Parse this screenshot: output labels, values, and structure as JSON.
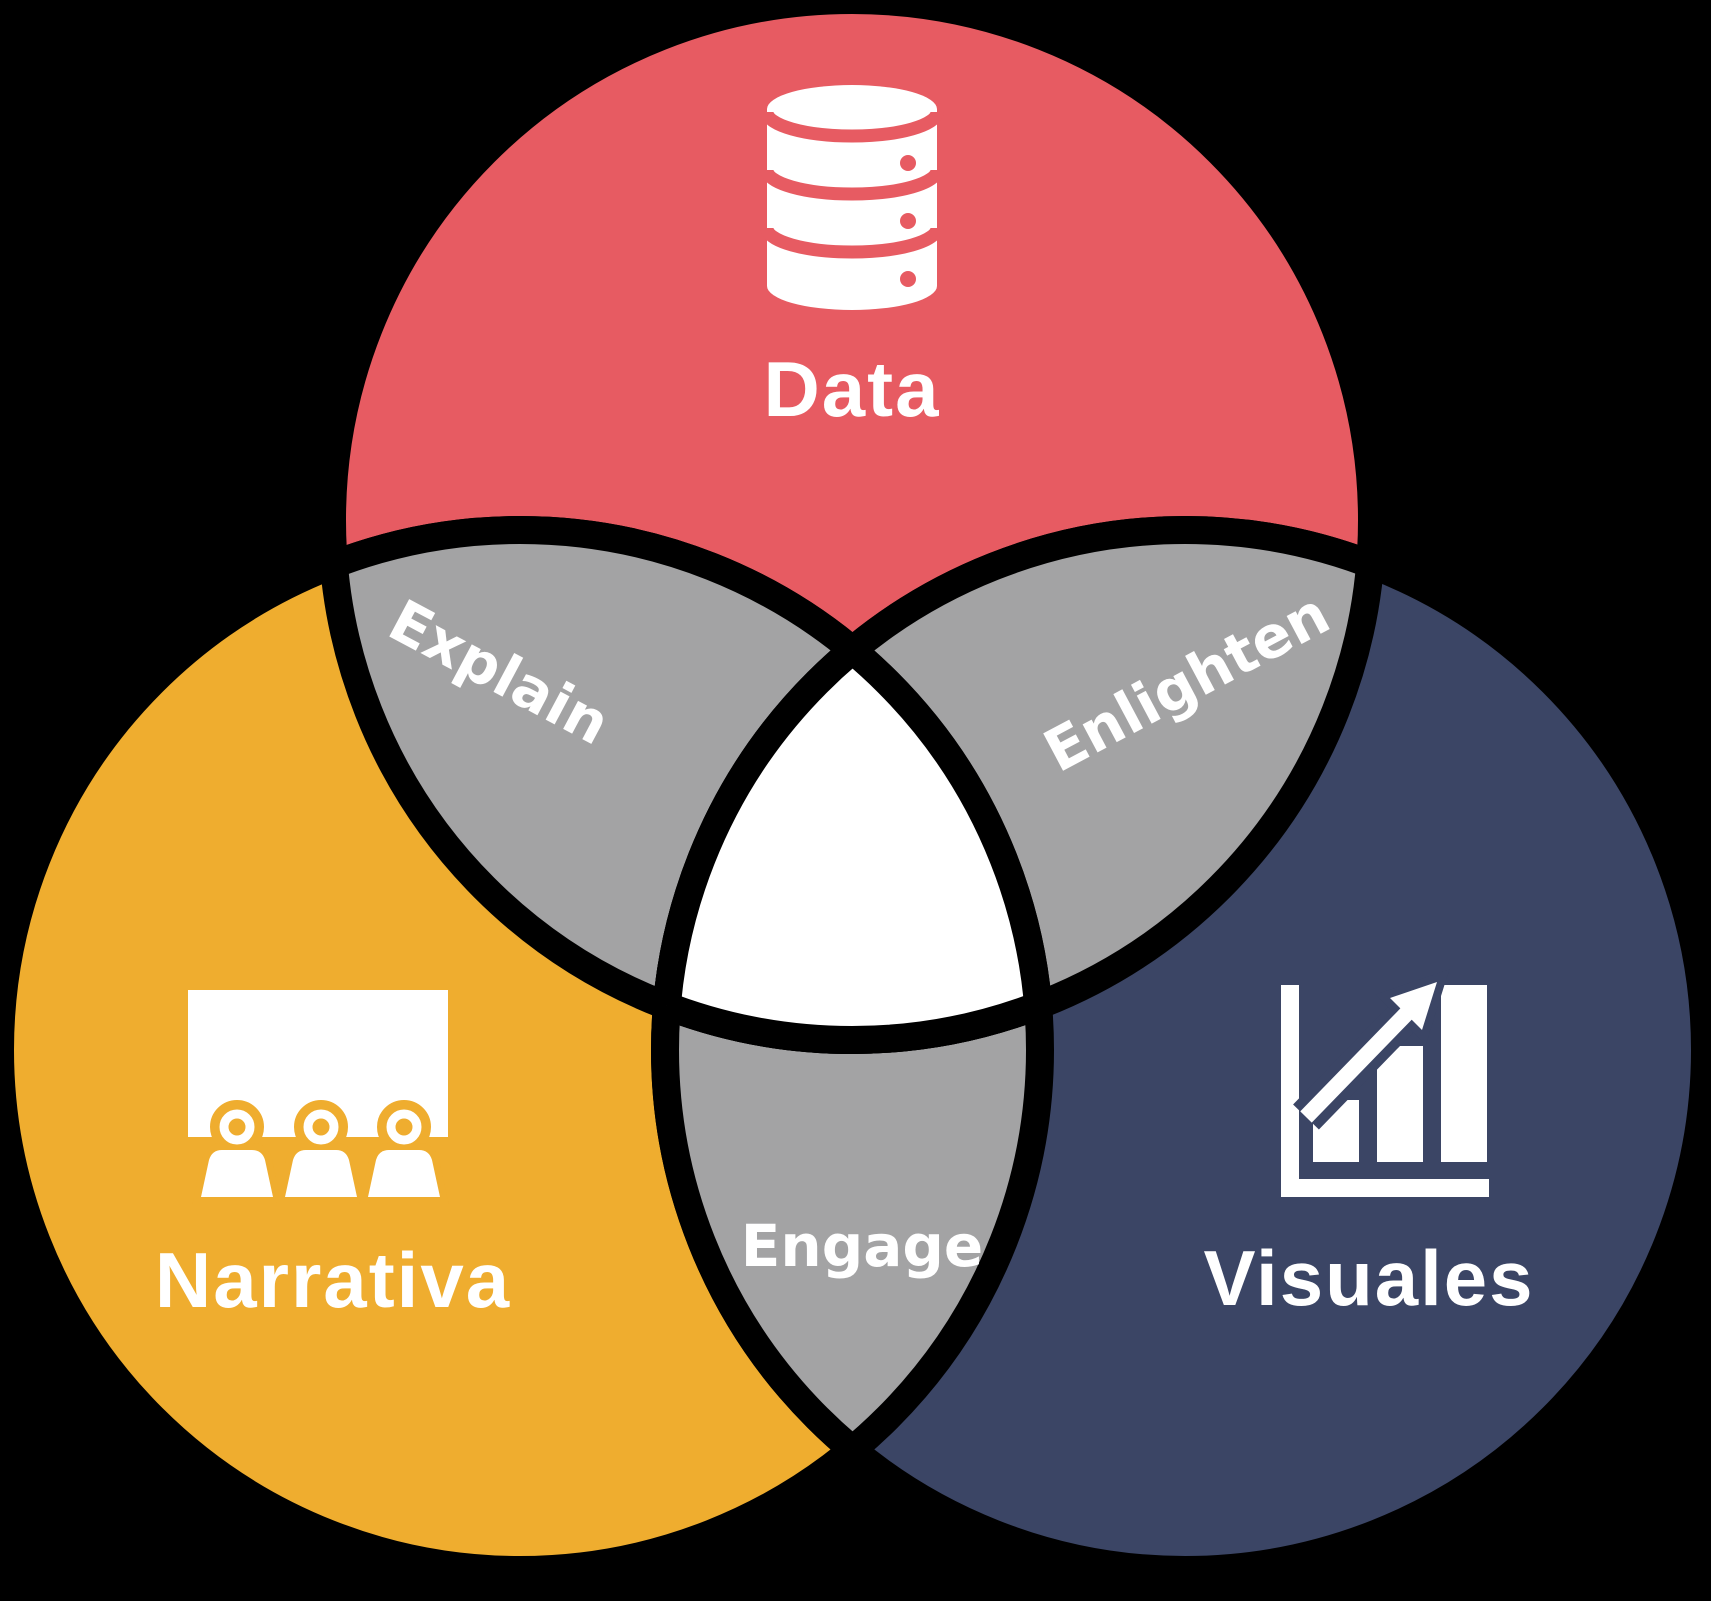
{
  "diagram": {
    "title": "Data storytelling venn diagram",
    "background_color": "#000000",
    "outline_color": "#000000",
    "text_color": "#FFFFFF",
    "icon_color": "#FFFFFF",
    "overlap_color": "#A3A3A4",
    "center_color": "#FFFFFF",
    "circles": [
      {
        "id": "data",
        "label": "Data",
        "color": "#E75B62",
        "icon": "database-icon"
      },
      {
        "id": "narrativa",
        "label": "Narrativa",
        "color": "#EFAD2F",
        "icon": "presentation-audience-icon"
      },
      {
        "id": "visuales",
        "label": "Visuales",
        "color": "#3B4565",
        "icon": "bar-chart-growth-icon"
      }
    ],
    "overlaps": [
      {
        "between": [
          "Data",
          "Narrativa"
        ],
        "label": "Explain"
      },
      {
        "between": [
          "Data",
          "Visuales"
        ],
        "label": "Enlighten"
      },
      {
        "between": [
          "Narrativa",
          "Visuales"
        ],
        "label": "Engage"
      }
    ]
  }
}
